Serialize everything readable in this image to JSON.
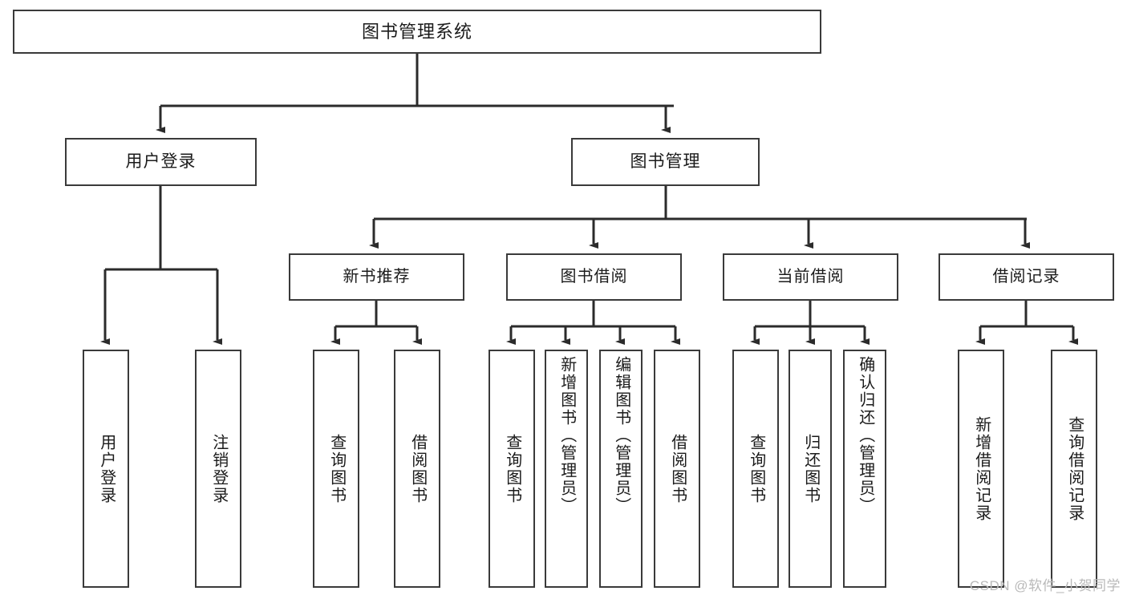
{
  "diagram": {
    "title": "图书管理系统",
    "type": "hierarchy-tree",
    "watermark": "CSDN @软件_小贺同学",
    "colors": {
      "background": "#ffffff",
      "box_border": "#3a3a3a",
      "connector": "#2b2b2b",
      "text": "#1b1b1b",
      "watermark": "#b9b9b9"
    },
    "root": {
      "label": "图书管理系统"
    },
    "level2": [
      {
        "label": "用户登录"
      },
      {
        "label": "图书管理"
      }
    ],
    "level3": [
      {
        "label": "新书推荐"
      },
      {
        "label": "图书借阅"
      },
      {
        "label": "当前借阅"
      },
      {
        "label": "借阅记录"
      }
    ],
    "leaves": {
      "user_login": [
        {
          "label": "用户登录"
        },
        {
          "label": "注销登录"
        }
      ],
      "new_book_recommend": [
        {
          "label": "查询图书"
        },
        {
          "label": "借阅图书"
        }
      ],
      "book_borrow": [
        {
          "label": "查询图书"
        },
        {
          "label": "新增图书（管理员）"
        },
        {
          "label": "编辑图书（管理员）"
        },
        {
          "label": "借阅图书"
        }
      ],
      "current_borrow": [
        {
          "label": "查询图书"
        },
        {
          "label": "归还图书"
        },
        {
          "label": "确认归还（管理员）"
        }
      ],
      "borrow_record": [
        {
          "label": "新增借阅记录"
        },
        {
          "label": "查询借阅记录"
        }
      ]
    }
  }
}
